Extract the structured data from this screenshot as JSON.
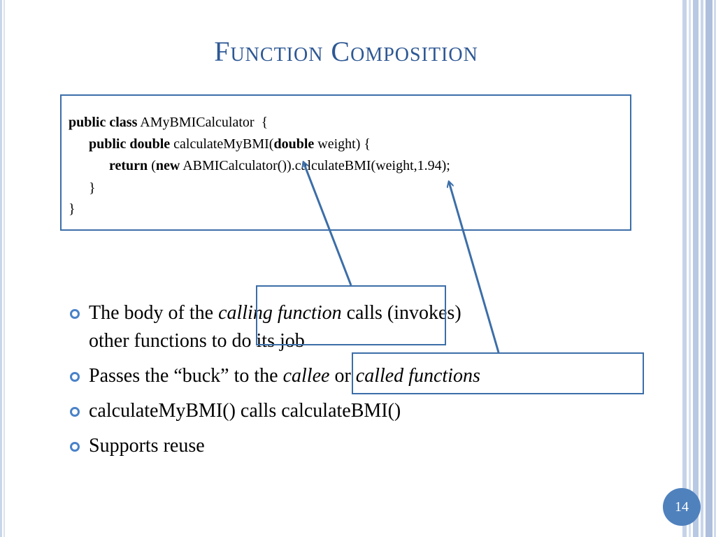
{
  "slide": {
    "title": "Function Composition",
    "page_number": "14",
    "accent_color": "#2e5894",
    "box_border_color": "#3c6ea8",
    "bullet_color": "#4a82c8"
  },
  "code": {
    "line1": {
      "kw": "public class",
      "rest": " AMyBMICalculator  {"
    },
    "line2": {
      "kw1": "public double",
      "mid": " calculateMyBMI(",
      "kw2": "double",
      "rest": " weight) {"
    },
    "line3": {
      "kw1": "return",
      "mid": " (",
      "kw2": "new",
      "rest": " ABMICalculator()).calculateBMI(weight,1.94);"
    },
    "line4": "}",
    "line5": "}"
  },
  "bullets": [
    {
      "pre": "The body of the ",
      "em": "calling function",
      "post": " calls (invokes)",
      "line2": "other functions to do its job"
    },
    {
      "pre": "Passes the “buck” to the ",
      "em1": "callee",
      "mid": " or ",
      "em2": "called functions"
    },
    {
      "text": "calculateMyBMI() calls  calculateBMI()"
    },
    {
      "text": "Supports reuse"
    }
  ]
}
